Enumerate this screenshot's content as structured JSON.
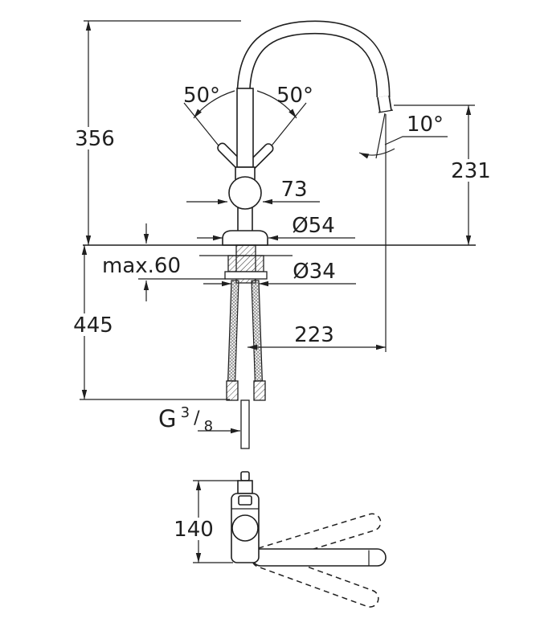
{
  "ink": "#1f1f1f",
  "background": "#ffffff",
  "dimensions": {
    "height_above_deck": "356",
    "swivel_left": "50°",
    "swivel_right": "50°",
    "spout_tilt": "10°",
    "outlet_height": "231",
    "body_width": "73",
    "base_diameter": "Ø54",
    "max_deck_thickness": "max.60",
    "hole_diameter": "Ø34",
    "height_below_deck": "445",
    "spout_reach": "223",
    "plan_length": "140",
    "thread_label": {
      "g": "G",
      "numerator": "3",
      "slash": "/",
      "denominator": "8"
    }
  }
}
